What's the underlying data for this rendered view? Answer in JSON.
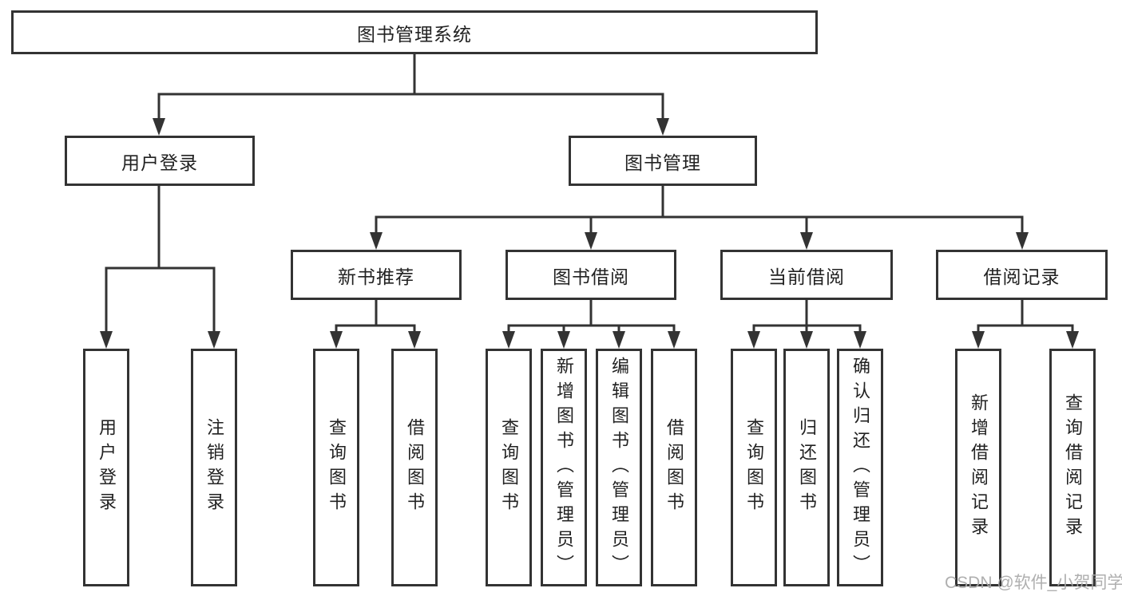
{
  "diagram": {
    "type": "functional-structure-tree",
    "colors": {
      "line": "#333333",
      "box_border": "#333333",
      "text": "#222222",
      "background": "#ffffff",
      "watermark": "#a8a8a8"
    },
    "tree": {
      "root": {
        "label": "图书管理系统"
      },
      "children": [
        {
          "label": "用户登录",
          "children": [
            {
              "label": "用户登录"
            },
            {
              "label": "注销登录"
            }
          ]
        },
        {
          "label": "图书管理",
          "children": [
            {
              "label": "新书推荐",
              "children": [
                {
                  "label": "查询图书"
                },
                {
                  "label": "借阅图书"
                }
              ]
            },
            {
              "label": "图书借阅",
              "children": [
                {
                  "label": "查询图书"
                },
                {
                  "label": "新增图书（管理员）"
                },
                {
                  "label": "编辑图书（管理员）"
                },
                {
                  "label": "借阅图书"
                }
              ]
            },
            {
              "label": "当前借阅",
              "children": [
                {
                  "label": "查询图书"
                },
                {
                  "label": "归还图书"
                },
                {
                  "label": "确认归还（管理员）"
                }
              ]
            },
            {
              "label": "借阅记录",
              "children": [
                {
                  "label": "新增借阅记录"
                },
                {
                  "label": "查询借阅记录"
                }
              ]
            }
          ]
        }
      ]
    },
    "watermark": {
      "text": "CSDN @软件_小贺同学"
    }
  }
}
